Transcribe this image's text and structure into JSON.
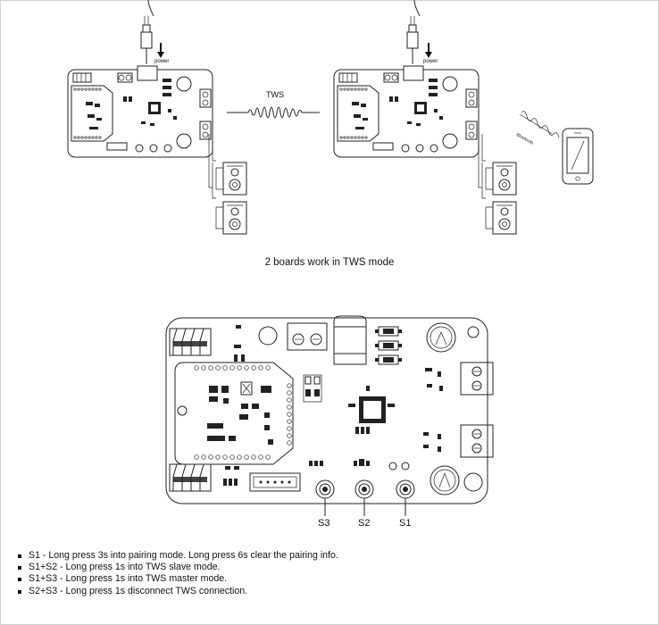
{
  "top_diagram": {
    "power_label_left": "power",
    "power_label_right": "power",
    "tws_label": "TWS",
    "bluetooth_label": "Bluetooth"
  },
  "caption": "2 boards work in TWS mode",
  "button_labels": {
    "s3": "S3",
    "s2": "S2",
    "s1": "S1"
  },
  "notes": [
    "S1 - Long press 3s into pairing mode. Long press 6s clear the pairing info.",
    "S1+S2 - Long press 1s into TWS slave mode.",
    "S1+S3 - Long press 1s into TWS master mode.",
    "S2+S3 - Long press 1s disconnect TWS connection."
  ]
}
